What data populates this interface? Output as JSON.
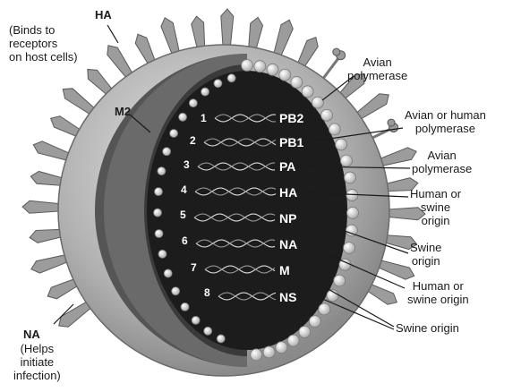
{
  "outer_labels": {
    "ha": {
      "title": "HA",
      "desc": [
        "(Binds to",
        "receptors",
        "on host cells)"
      ]
    },
    "m2": "M2",
    "na": {
      "title": "NA",
      "desc": [
        "(Helps",
        "initiate",
        "infection)"
      ]
    }
  },
  "segments": [
    {
      "num": "1",
      "name": "PB2"
    },
    {
      "num": "2",
      "name": "PB1"
    },
    {
      "num": "3",
      "name": "PA"
    },
    {
      "num": "4",
      "name": "HA"
    },
    {
      "num": "5",
      "name": "NP"
    },
    {
      "num": "6",
      "name": "NA"
    },
    {
      "num": "7",
      "name": "M"
    },
    {
      "num": "8",
      "name": "NS"
    }
  ],
  "origin_labels": [
    [
      "Avian",
      "polymerase"
    ],
    [
      "Avian or human",
      "polymerase"
    ],
    [
      "Avian",
      "polymerase"
    ],
    [
      "Human or",
      "swine",
      "origin"
    ],
    [
      "Swine",
      "origin"
    ],
    [
      "Human or",
      "swine origin"
    ],
    [
      "Swine origin"
    ]
  ],
  "colors": {
    "envelope": "#b4b4b4",
    "core": "#1c1c1c",
    "membrane": "#4a4a4a",
    "beads": "#d2d2d2"
  }
}
